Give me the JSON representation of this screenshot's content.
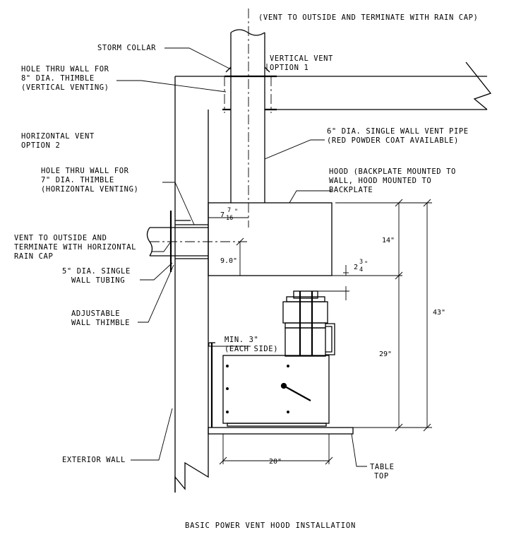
{
  "notes": {
    "vent_outside_top": "(VENT TO OUTSIDE AND TERMINATE WITH RAIN CAP)",
    "storm_collar": "STORM COLLAR",
    "hole_vertical_1": "HOLE THRU WALL FOR",
    "hole_vertical_2": "8\" DIA. THIMBLE",
    "hole_vertical_3": "(VERTICAL VENTING)",
    "vertical_vent_1": "VERTICAL VENT",
    "vertical_vent_2": "OPTION 1",
    "horizontal_vent_1": "HORIZONTAL VENT",
    "horizontal_vent_2": "OPTION 2",
    "vent_pipe_1": "6\" DIA. SINGLE WALL VENT PIPE",
    "vent_pipe_2": "(RED POWDER COAT AVAILABLE)",
    "hole_horizontal_1": "HOLE THRU WALL FOR",
    "hole_horizontal_2": "7\" DIA. THIMBLE",
    "hole_horizontal_3": "(HORIZONTAL VENTING)",
    "hood_1": "HOOD (BACKPLATE MOUNTED TO",
    "hood_2": "WALL, HOOD MOUNTED TO",
    "hood_3": "BACKPLATE",
    "vent_outside_h_1": "VENT TO OUTSIDE AND",
    "vent_outside_h_2": "TERMINATE WITH HORIZONTAL",
    "vent_outside_h_3": "RAIN CAP",
    "tubing_1": "5\" DIA. SINGLE",
    "tubing_2": "WALL TUBING",
    "thimble_1": "ADJUSTABLE",
    "thimble_2": "WALL THIMBLE",
    "min_1": "MIN. 3\"",
    "min_2": "(EACH SIDE)",
    "exterior_wall": "EXTERIOR WALL",
    "table_top_1": "TABLE",
    "table_top_2": "TOP"
  },
  "dimensions": {
    "offset_whole": "7",
    "offset_num": "7",
    "offset_den": "16",
    "offset_unit": "\"",
    "center_height": "9.0\"",
    "hood_height": "14\"",
    "gap_whole": "2",
    "gap_num": "3",
    "gap_den": "4",
    "gap_unit": "\"",
    "total_height": "43\"",
    "lower_height": "29\"",
    "width": "20\""
  },
  "caption": "BASIC POWER VENT HOOD INSTALLATION"
}
